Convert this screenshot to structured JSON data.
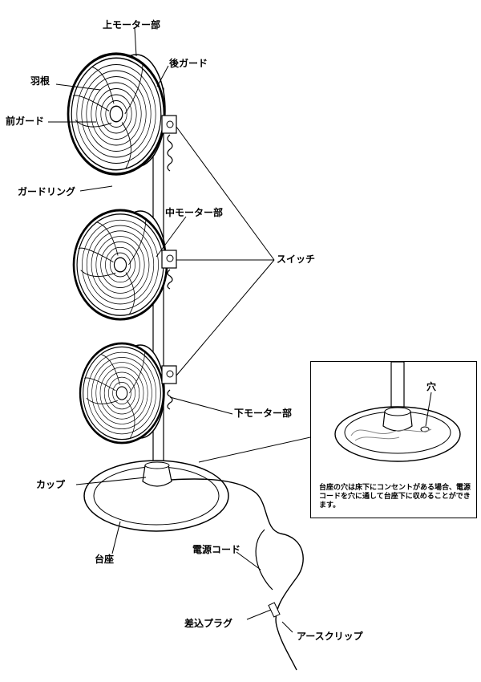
{
  "labels": {
    "upper_motor": "上モーター部",
    "rear_guard": "後ガード",
    "blade": "羽根",
    "front_guard": "前ガード",
    "guard_ring": "ガードリング",
    "middle_motor": "中モーター部",
    "switch": "スイッチ",
    "lower_motor": "下モーター部",
    "cup": "カップ",
    "base": "台座",
    "power_cord": "電源コード",
    "plug": "差込プラグ",
    "earth_clip": "アースクリップ"
  },
  "inset": {
    "hole_label": "穴",
    "note": "台座の穴は床下にコンセントがある場合、電源コードを穴に通して台座下に収めることができます。"
  }
}
